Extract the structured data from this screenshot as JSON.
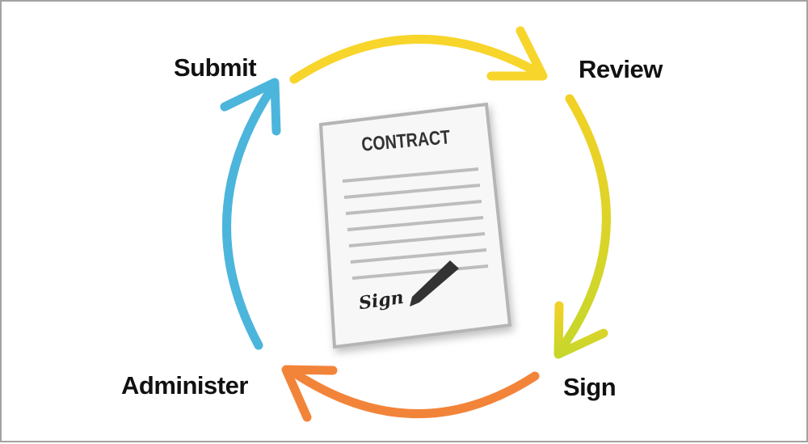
{
  "steps": {
    "submit": "Submit",
    "review": "Review",
    "sign": "Sign",
    "administer": "Administer"
  },
  "document": {
    "title": "CONTRACT",
    "signature": "Sign"
  },
  "colors": {
    "submit_to_review": "#f7d52a",
    "review_to_sign_start": "#f2d126",
    "review_to_sign_end": "#c6d72b",
    "sign_to_administer": "#f2843a",
    "administer_to_submit": "#4cb5dc",
    "frame": "#a3a3a3"
  }
}
